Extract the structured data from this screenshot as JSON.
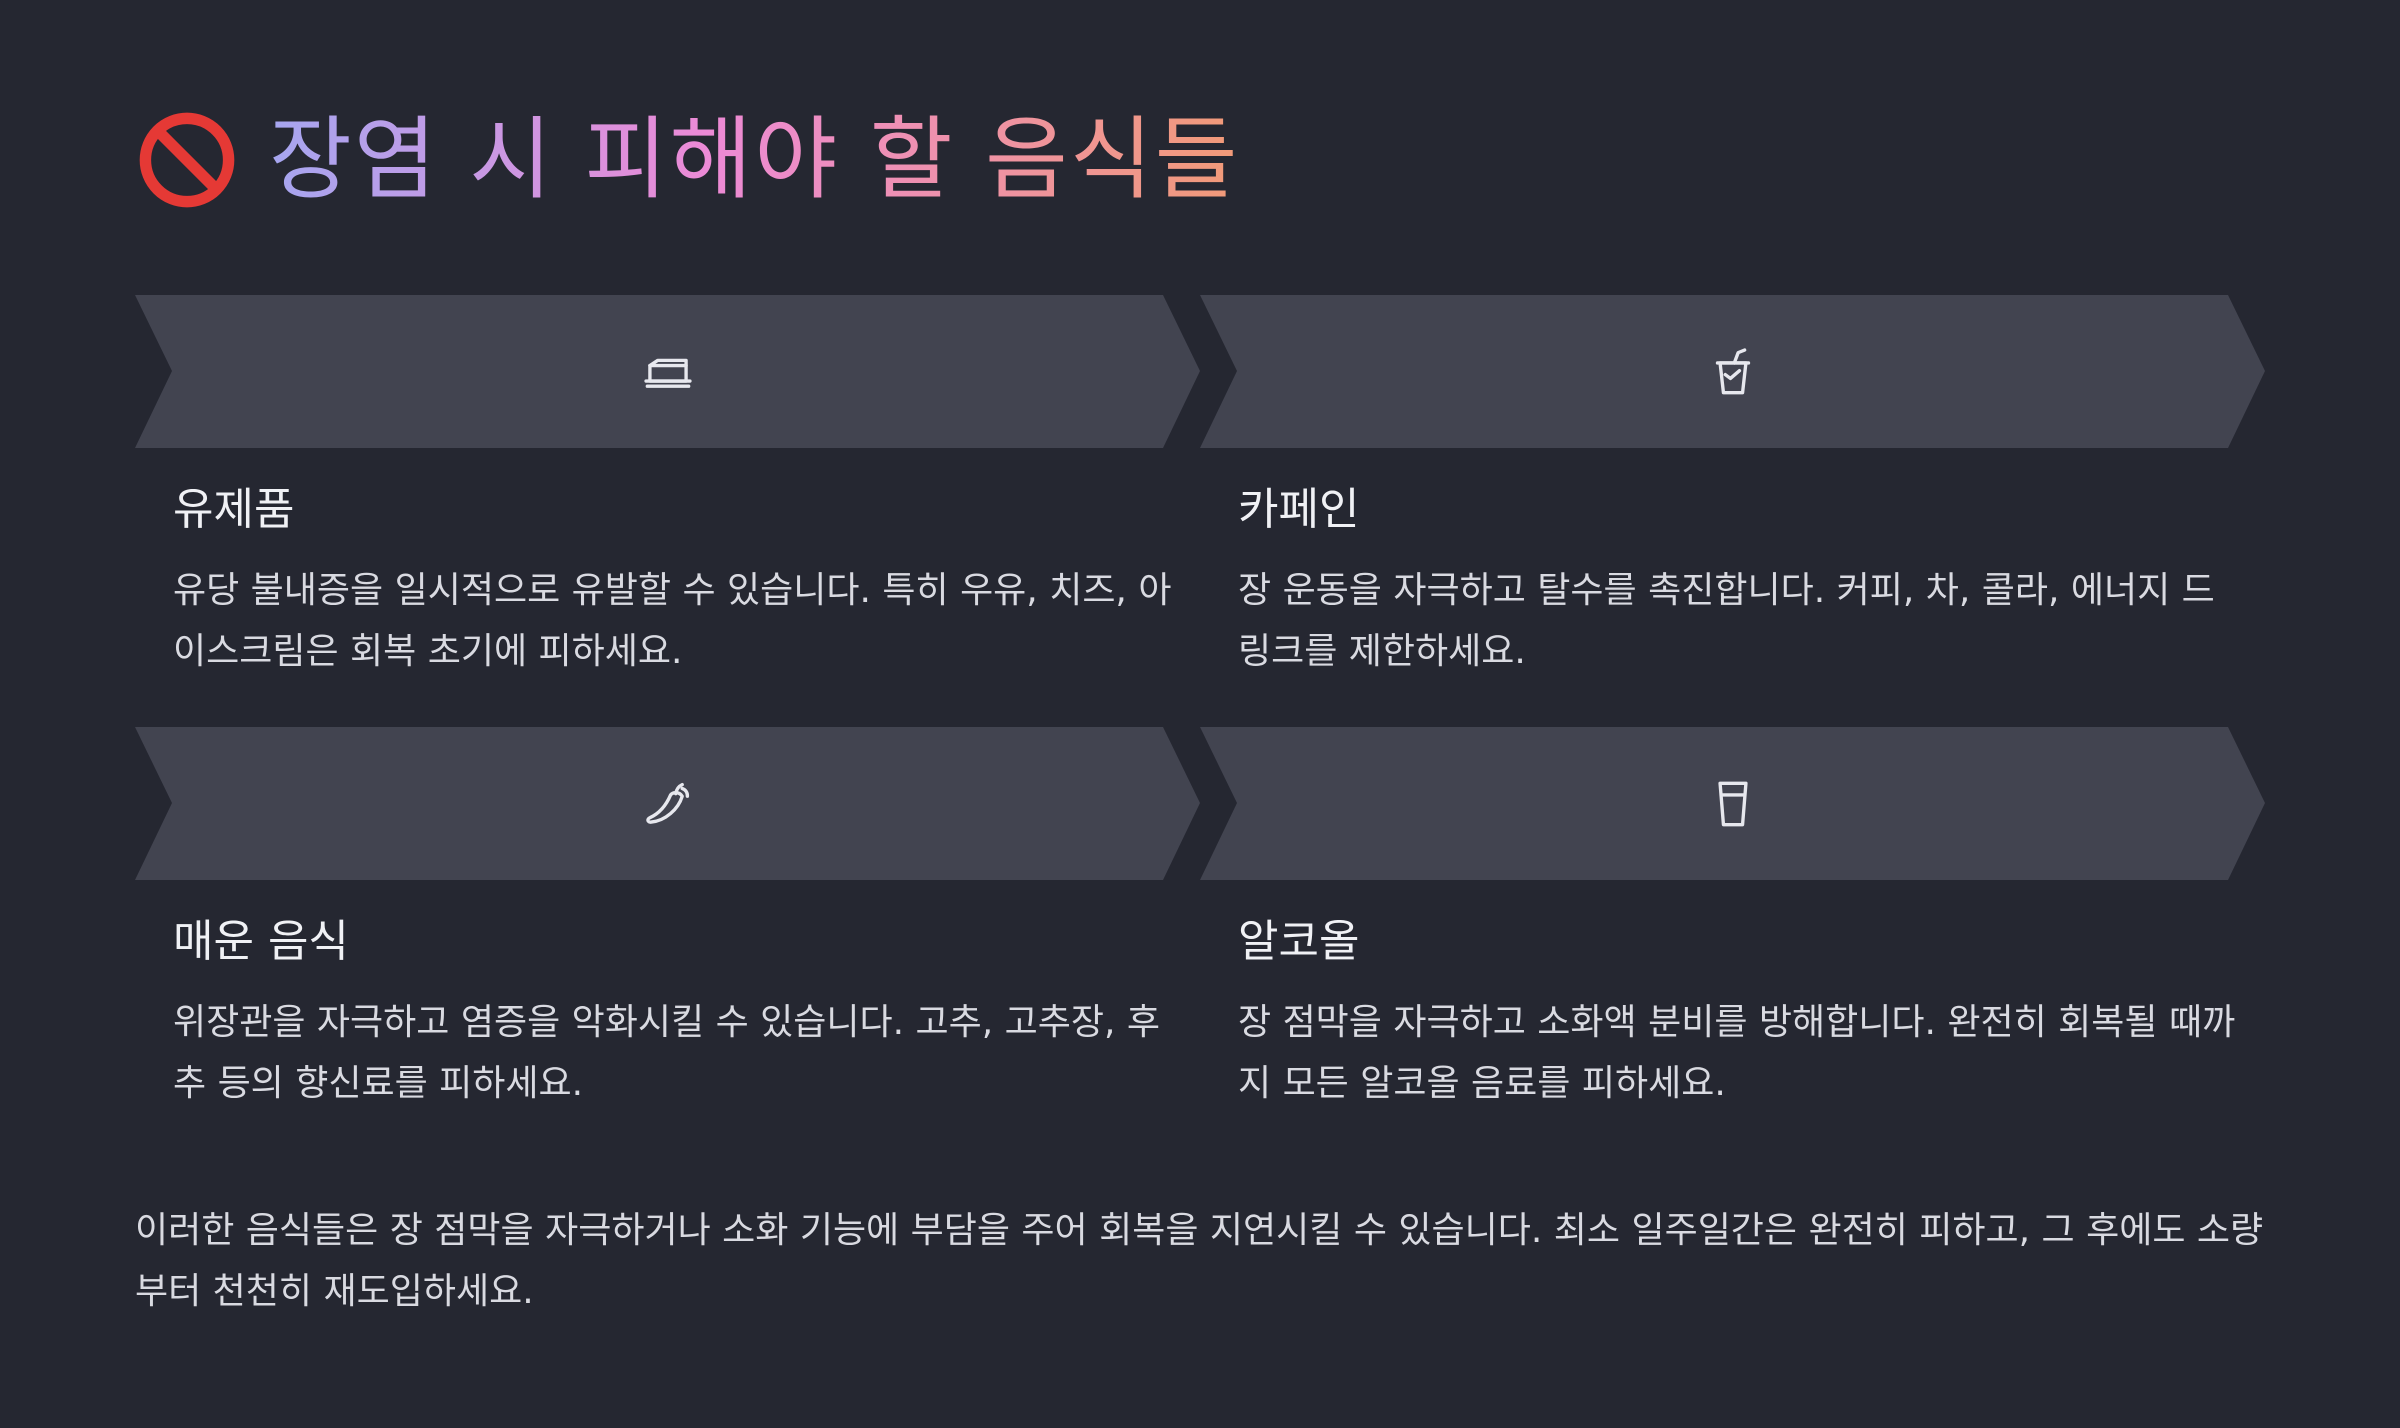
{
  "title": {
    "icon": "prohibited-icon",
    "text": "장염 시 피해야 할 음식들"
  },
  "cards": [
    {
      "icon": "cheese-icon",
      "title": "유제품",
      "description": "유당 불내증을 일시적으로 유발할 수 있습니다. 특히 우유, 치즈, 아이스크림은 회복 초기에 피하세요."
    },
    {
      "icon": "cup-with-straw-icon",
      "title": "카페인",
      "description": "장 운동을 자극하고 탈수를 촉진합니다. 커피, 차, 콜라, 에너지 드링크를 제한하세요."
    },
    {
      "icon": "hot-pepper-icon",
      "title": "매운 음식",
      "description": "위장관을 자극하고 염증을 악화시킬 수 있습니다. 고추, 고추장, 후추 등의 향신료를 피하세요."
    },
    {
      "icon": "glass-icon",
      "title": "알코올",
      "description": "장 점막을 자극하고 소화액 분비를 방해합니다. 완전히 회복될 때까지 모든 알코올 음료를 피하세요."
    }
  ],
  "footer": {
    "text": "이러한 음식들은 장 점막을 자극하거나 소화 기능에 부담을 주어 회복을 지연시킬 수 있습니다. 최소 일주일간은 완전히 피하고, 그 후에도 소량부터 천천히 재도입하세요."
  },
  "colors": {
    "background": "#252731",
    "card_arrow": "#424450",
    "title_gradient_start": "#A6A6F0",
    "title_gradient_mid": "#EC8AD6",
    "title_gradient_end": "#F19A78",
    "prohibited_red": "#E53935"
  }
}
